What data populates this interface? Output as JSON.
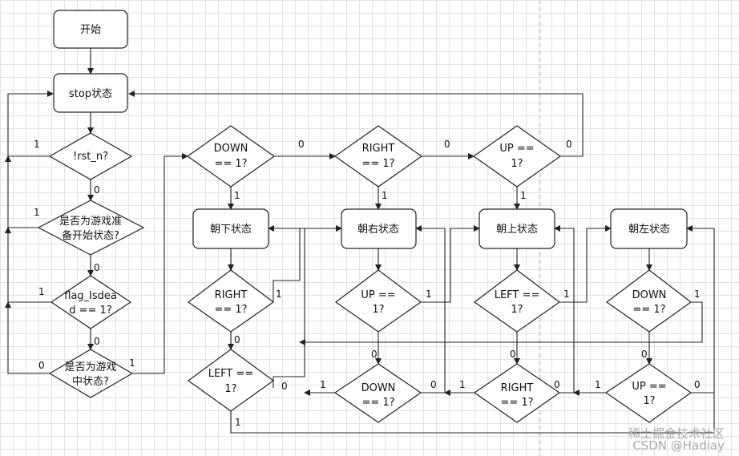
{
  "nodes": {
    "start": "开始",
    "stop_state": "stop状态",
    "rst_n": "!rst_n?",
    "ready_1": "是否为游戏准",
    "ready_2": "备开始状态?",
    "flag_1": "flag_Isdea",
    "flag_2": "d == 1?",
    "ingame_1": "是否为游戏",
    "ingame_2": "中状态?",
    "d_down_1": "DOWN",
    "d_down_2": "== 1?",
    "d_right_1": "RIGHT",
    "d_right_2": "== 1?",
    "d_up_1": "UP ==",
    "d_up_2": "1?",
    "s_down": "朝下状态",
    "s_right": "朝右状态",
    "s_up": "朝上状态",
    "s_left": "朝左状态",
    "c1_right_1": "RIGHT",
    "c1_right_2": "== 1?",
    "c1_left_1": "LEFT ==",
    "c1_left_2": "1?",
    "c2_up_1": "UP ==",
    "c2_up_2": "1?",
    "c2_down_1": "DOWN",
    "c2_down_2": "== 1?",
    "c3_left_1": "LEFT ==",
    "c3_left_2": "1?",
    "c3_right_1": "RIGHT",
    "c3_right_2": "== 1?",
    "c4_down_1": "DOWN",
    "c4_down_2": "== 1?",
    "c4_up_1": "UP ==",
    "c4_up_2": "1?"
  },
  "edge_labels": {
    "rst_yes": "1",
    "rst_no": "0",
    "ready_yes": "1",
    "ready_no": "0",
    "flag_yes": "1",
    "flag_no": "0",
    "ingame_no": "0",
    "ingame_yes": "1",
    "d_down_no": "0",
    "d_down_yes": "1",
    "d_right_no": "0",
    "d_right_yes": "1",
    "d_up_no": "0",
    "d_up_yes": "1",
    "c1_right_yes": "1",
    "c1_right_no": "0",
    "c1_left_no": "0",
    "c1_left_yes": "1",
    "c2_up_yes": "1",
    "c2_up_no": "0",
    "c2_down_yes": "1",
    "c2_down_no": "0",
    "c3_left_yes": "1",
    "c3_left_no": "0",
    "c3_right_yes": "1",
    "c3_right_no": "0",
    "c4_down_yes": "1",
    "c4_down_no": "0",
    "c4_up_yes": "1",
    "c4_up_no": "0"
  },
  "watermark": {
    "line1": "稀土掘金技术社区",
    "line2": "CSDN @Hadiay"
  }
}
